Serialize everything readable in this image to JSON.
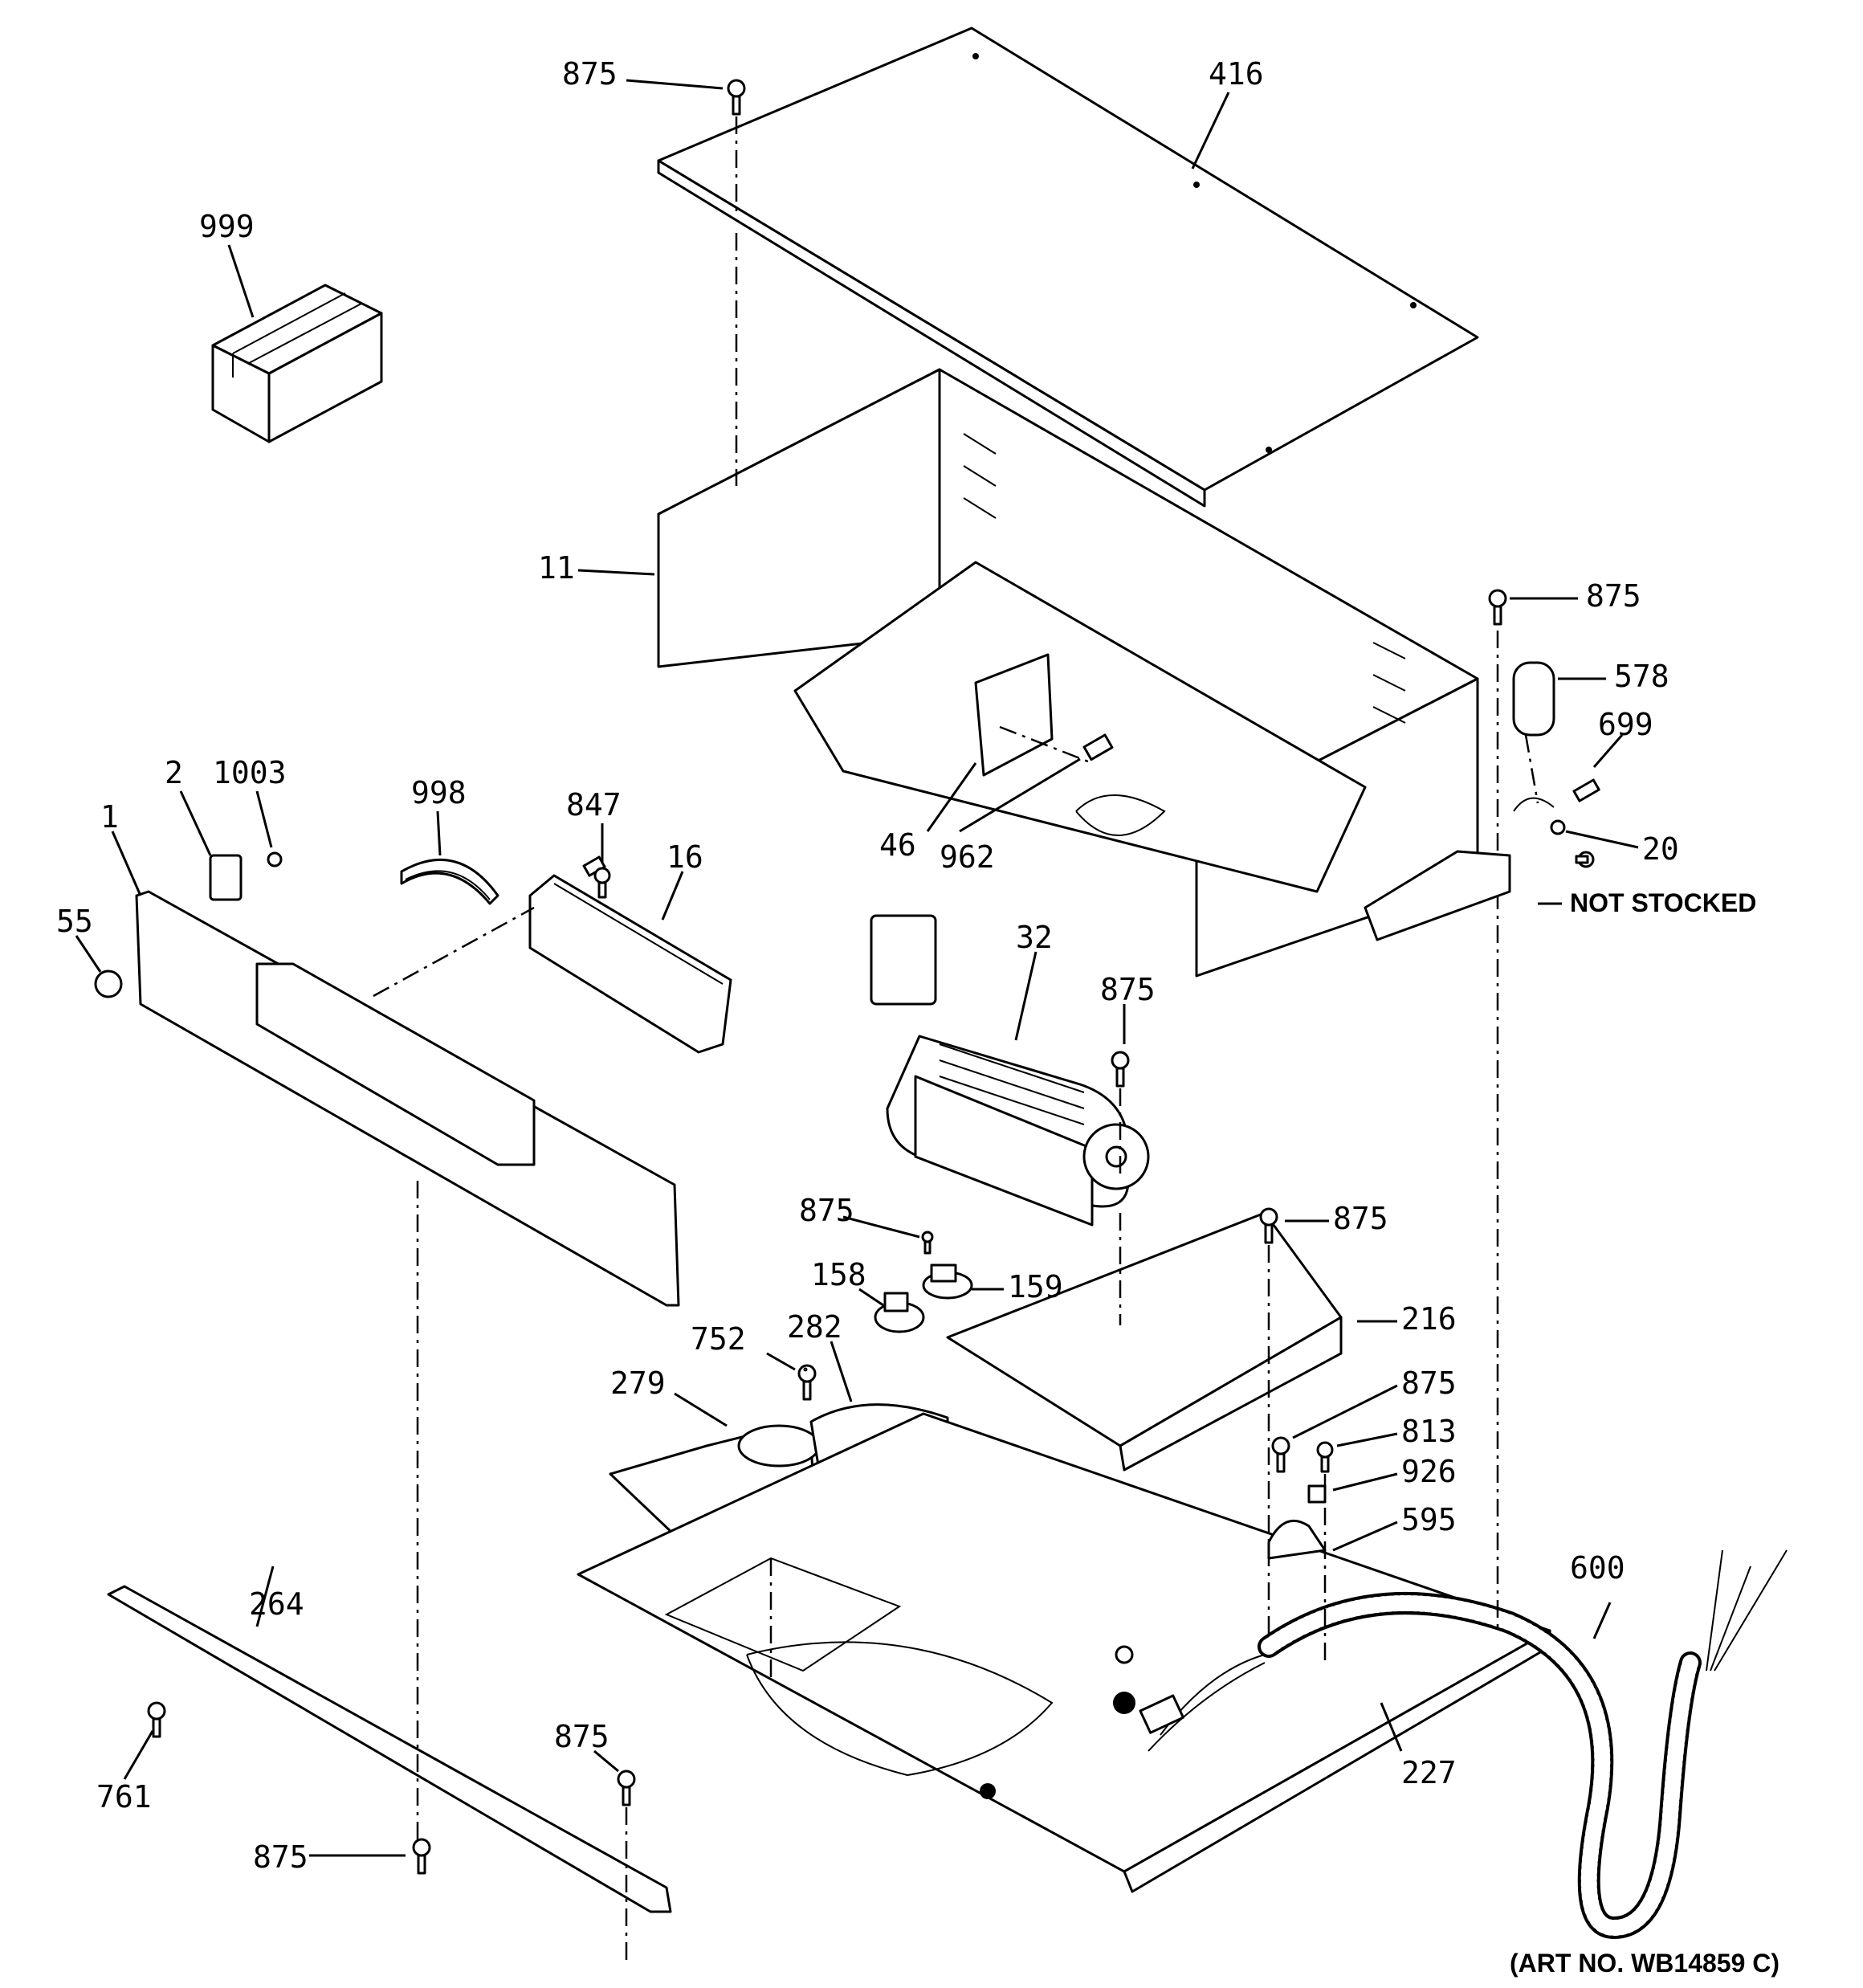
{
  "diagram": {
    "callouts": [
      "875",
      "416",
      "999",
      "11",
      "875",
      "578",
      "699",
      "20",
      "46",
      "962",
      "1003",
      "2",
      "998",
      "847",
      "16",
      "1",
      "55",
      "32",
      "875",
      "875",
      "875",
      "158",
      "159",
      "216",
      "752",
      "282",
      "279",
      "875",
      "813",
      "926",
      "595",
      "600",
      "264",
      "761",
      "875",
      "875",
      "227"
    ],
    "notes": {
      "not_stocked": "NOT STOCKED",
      "art_number": "(ART NO. WB14859 C)"
    },
    "line_color": "#000000",
    "background_color": "#ffffff"
  }
}
